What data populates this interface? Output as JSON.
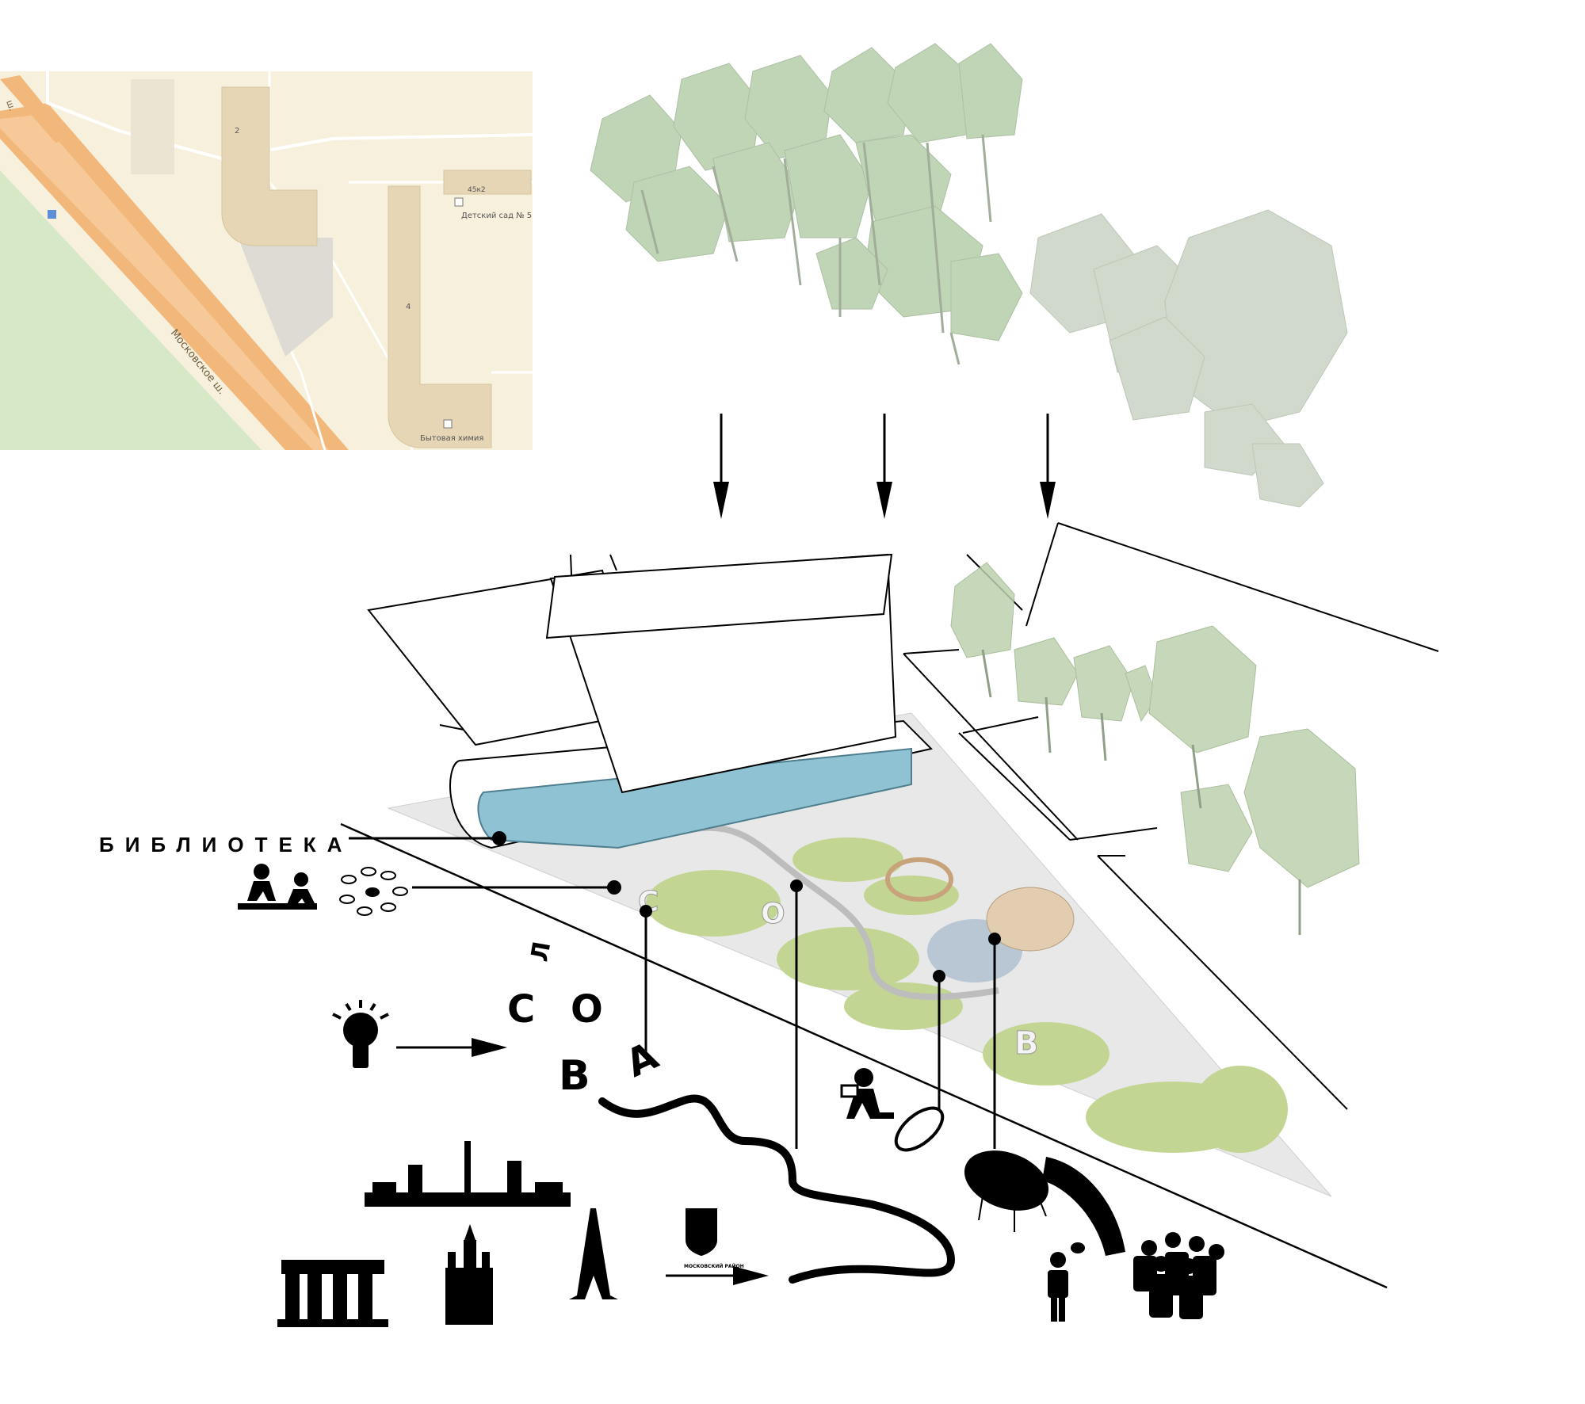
{
  "map": {
    "road_name": "Московское ш.",
    "road_name_corner": "ш.",
    "kindergarten": "Детский сад № 5",
    "kindergarten_number": "45к2",
    "house_2": "2",
    "house_4": "4",
    "shop": "Бытовая химия",
    "colors": {
      "background": "#f7f0dc",
      "park": "#d6e8c6",
      "road": "#f2b77a",
      "building": "#e6d6b6"
    }
  },
  "labels": {
    "library": "БИБЛИОТЕКА",
    "district_emblem": "МОСКОВСКИЙ РАЙОН"
  },
  "word_letters": {
    "idea_word": [
      "С",
      "Л",
      "О",
      "В",
      "А"
    ],
    "plaza_letters": [
      "С",
      "О",
      "В"
    ]
  },
  "icons": [
    "tree-cluster-icon",
    "down-arrow-icon",
    "lightbulb-icon",
    "right-arrow-icon",
    "playing-people-icon",
    "seating-circle-icon",
    "reading-person-icon",
    "speaking-person-icon",
    "crowd-icon",
    "moscow-triumphal-gate-icon",
    "church-icon",
    "eiffel-tower-icon",
    "city-skyline-icon",
    "coat-of-arms-icon"
  ],
  "colors": {
    "tree": "#a9c49a",
    "lawn": "#c3d592",
    "plaza": "#e8e8e8",
    "glass": "#8fc2d2",
    "ink": "#000000"
  }
}
